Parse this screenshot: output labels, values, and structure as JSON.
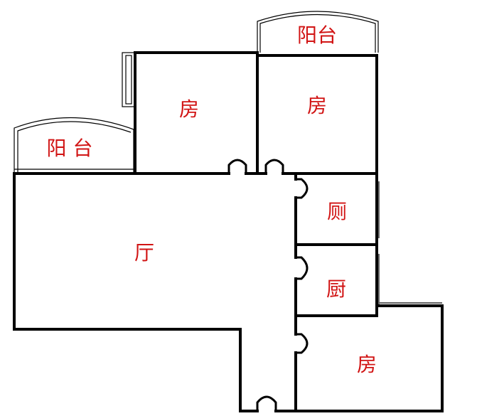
{
  "colors": {
    "walls": "#000000",
    "labels": "#d11414",
    "background": "#ffffff"
  },
  "rooms": {
    "balcony_top": "阳台",
    "balcony_left": "阳 台",
    "bedroom_1": "房",
    "bedroom_2": "房",
    "bedroom_3": "房",
    "living_room": "厅",
    "toilet": "厕",
    "kitchen": "厨"
  }
}
